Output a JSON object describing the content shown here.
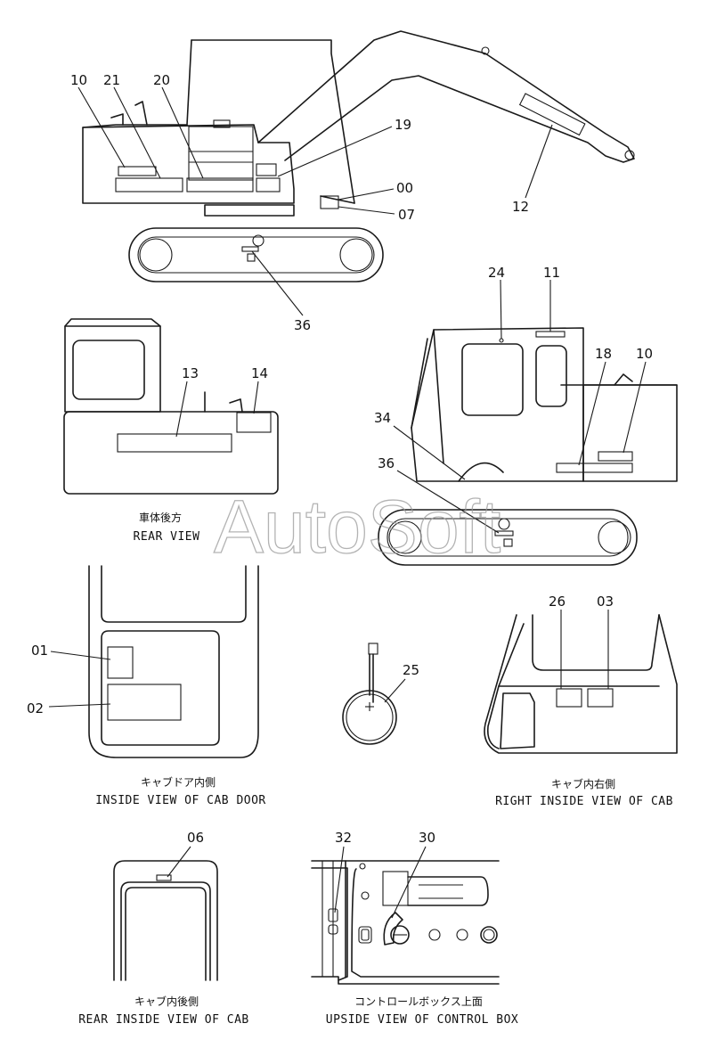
{
  "watermark": "AutoSoft",
  "captions": {
    "rear_view_jp": "車体後方",
    "rear_view_en": "REAR VIEW",
    "cab_door_jp": "キャブドア内側",
    "cab_door_en": "INSIDE VIEW OF CAB DOOR",
    "right_inside_jp": "キャブ内右側",
    "right_inside_en": "RIGHT INSIDE VIEW OF CAB",
    "rear_inside_jp": "キャブ内後側",
    "rear_inside_en": "REAR INSIDE VIEW OF CAB",
    "control_box_jp": "コントロールボックス上面",
    "control_box_en": "UPSIDE VIEW OF CONTROL BOX"
  },
  "callouts": {
    "side": {
      "c10": "10",
      "c21": "21",
      "c20": "20",
      "c19": "19",
      "c00": "00",
      "c07": "07",
      "c12": "12",
      "c36": "36"
    },
    "rear": {
      "c13": "13",
      "c14": "14"
    },
    "front": {
      "c24": "24",
      "c11": "11",
      "c18": "18",
      "c10": "10",
      "c34": "34",
      "c36": "36"
    },
    "door": {
      "c01": "01",
      "c02": "02"
    },
    "handle": {
      "c25": "25"
    },
    "cabright": {
      "c26": "26",
      "c03": "03"
    },
    "cabrear": {
      "c06": "06"
    },
    "control": {
      "c32": "32",
      "c30": "30"
    }
  }
}
